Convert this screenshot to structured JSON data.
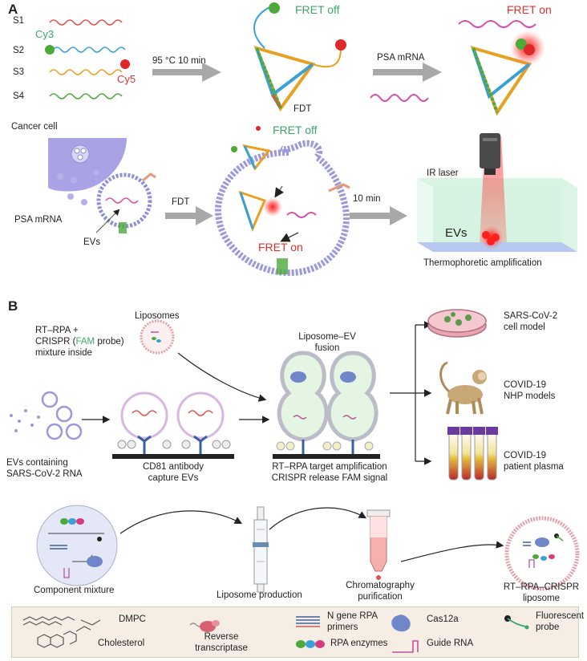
{
  "panel_a": {
    "label": "A",
    "strands": [
      "S1",
      "S2",
      "S3",
      "S4"
    ],
    "dye_cy3": "Cy3",
    "dye_cy5": "Cy5",
    "step_anneal": "95 °C 10 min",
    "fret_off_top": "FRET off",
    "fret_on_top": "FRET on",
    "fdt_label": "FDT",
    "psa_mrna_arrow": "PSA mRNA",
    "cancer_cell": "Cancer cell",
    "psa_mrna_left": "PSA mRNA",
    "evs_small": "EVs",
    "fdt_arrow": "FDT",
    "fret_off_mid": "FRET off",
    "fret_on_mid": "FRET on",
    "ten_min": "10 min",
    "ir_laser": "IR laser",
    "evs_box": "EVs",
    "thermophoretic": "Thermophoretic amplification"
  },
  "panel_b": {
    "label": "B",
    "mixture_line1": "RT–RPA +",
    "mixture_line2_pre": "CRISPR (",
    "mixture_fam": "FAM",
    "mixture_line2_post": " probe)",
    "mixture_line3": "mixture inside",
    "liposomes": "Liposomes",
    "fusion_line1": "Liposome–EV",
    "fusion_line2": "fusion",
    "evs_contain_1": "EVs containing",
    "evs_contain_2": "SARS-CoV-2 RNA",
    "cd81_1": "CD81 antibody",
    "cd81_2": "capture EVs",
    "rtrpa_1": "RT–RPA target amplification",
    "rtrpa_2": "CRISPR release FAM signal",
    "sars_model_1": "SARS-CoV-2",
    "sars_model_2": "cell model",
    "nhp_1": "COVID-19",
    "nhp_2": "NHP models",
    "plasma_1": "COVID-19",
    "plasma_2": "patient plasma",
    "component_mixture": "Component mixture",
    "liposome_production": "Liposome production",
    "chrom_1": "Chromatography",
    "chrom_2": "purification",
    "final_1": "RT–RPA–CRISPR",
    "final_2": "liposome"
  },
  "legend": {
    "dmpc": "DMPC",
    "cholesterol": "Cholesterol",
    "rt_1": "Reverse",
    "rt_2": "transcriptase",
    "ngene_1": "N gene RPA",
    "ngene_2": "primers",
    "rpa_enzymes": "RPA enzymes",
    "cas12a": "Cas12a",
    "guide_rna": "Guide RNA",
    "probe_1": "Fluorescent",
    "probe_2": "probe"
  },
  "colors": {
    "fret_off": "#3aa86a",
    "fret_on": "#e0302a",
    "membrane": "#8f8fd6",
    "cell": "#a9a3e6",
    "box": "#c7efd6",
    "arrow": "#a8a8a8",
    "legend_bg": "#f6eee4"
  }
}
